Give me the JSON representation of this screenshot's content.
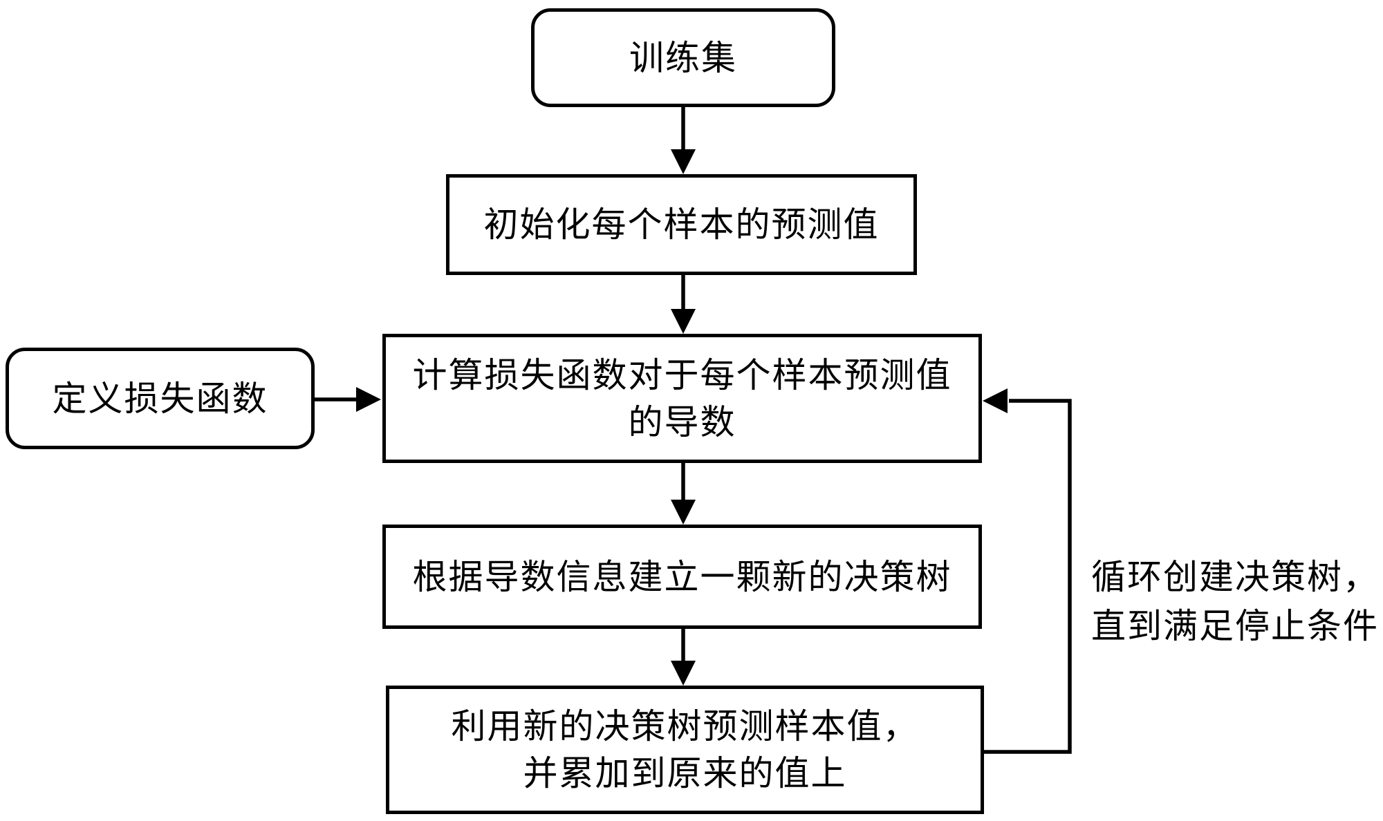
{
  "diagram": {
    "background_color": "#ffffff",
    "stroke_color": "#000000",
    "nodes": {
      "training_set": {
        "label": "训练集",
        "shape": "rounded-rect"
      },
      "init_prediction": {
        "label": "初始化每个样本的预测值",
        "shape": "rect"
      },
      "compute_gradient": {
        "label": "计算损失函数对于每个样本预测值\n的导数",
        "shape": "rect"
      },
      "define_loss": {
        "label": "定义损失函数",
        "shape": "rounded-rect"
      },
      "build_tree": {
        "label": "根据导数信息建立一颗新的决策树",
        "shape": "rect"
      },
      "update_prediction": {
        "label": "利用新的决策树预测样本值，\n并累加到原来的值上",
        "shape": "rect"
      }
    },
    "edges": [
      {
        "from": "training_set",
        "to": "init_prediction",
        "type": "arrow-down"
      },
      {
        "from": "init_prediction",
        "to": "compute_gradient",
        "type": "arrow-down"
      },
      {
        "from": "define_loss",
        "to": "compute_gradient",
        "type": "arrow-right"
      },
      {
        "from": "compute_gradient",
        "to": "build_tree",
        "type": "arrow-down"
      },
      {
        "from": "build_tree",
        "to": "update_prediction",
        "type": "arrow-down"
      },
      {
        "from": "update_prediction",
        "to": "compute_gradient",
        "type": "feedback-loop"
      }
    ],
    "annotations": {
      "loop_note": "循环创建决策树，\n直到满足停止条件"
    }
  }
}
